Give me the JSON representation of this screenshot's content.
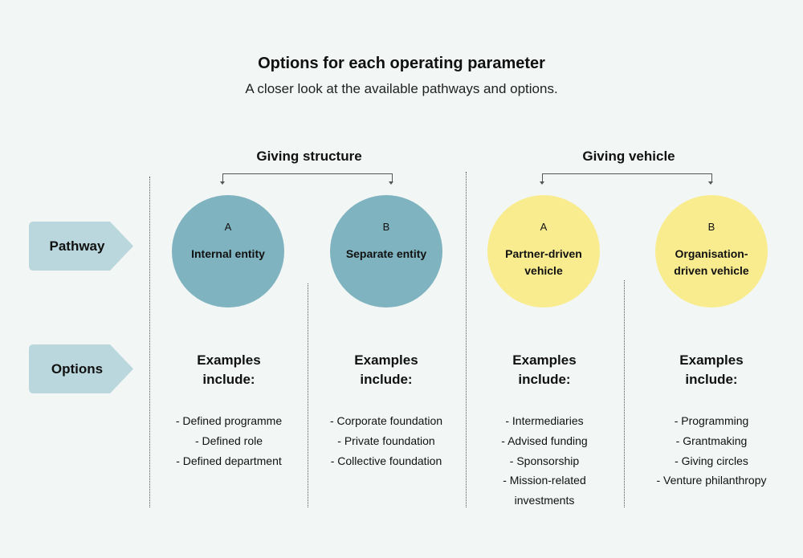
{
  "title": "Options for each operating parameter",
  "subtitle": "A closer look at the available pathways and options.",
  "rows": {
    "pathway_label": "Pathway",
    "options_label": "Options"
  },
  "groups": [
    {
      "title": "Giving structure"
    },
    {
      "title": "Giving vehicle"
    }
  ],
  "columns": [
    {
      "letter": "A",
      "name": "Internal entity",
      "examples_heading": "Examples include:",
      "examples": [
        "- Defined programme",
        "- Defined role",
        "- Defined department"
      ]
    },
    {
      "letter": "B",
      "name": "Separate entity",
      "examples_heading": "Examples include:",
      "examples": [
        "- Corporate foundation",
        "- Private foundation",
        "- Collective foundation"
      ]
    },
    {
      "letter": "A",
      "name": "Partner-driven vehicle",
      "examples_heading": "Examples include:",
      "examples": [
        "- Intermediaries",
        "- Advised funding",
        "- Sponsorship",
        "- Mission-related investments"
      ]
    },
    {
      "letter": "B",
      "name": "Organisation-driven vehicle",
      "examples_heading": "Examples include:",
      "examples": [
        "- Programming",
        "- Grantmaking",
        "- Giving circles",
        "- Venture philanthropy"
      ]
    }
  ],
  "colors": {
    "background": "#f2f6f5",
    "teal": "#7fb3bf",
    "yellow": "#f9ec8f",
    "tag": "#b9d7dd"
  }
}
